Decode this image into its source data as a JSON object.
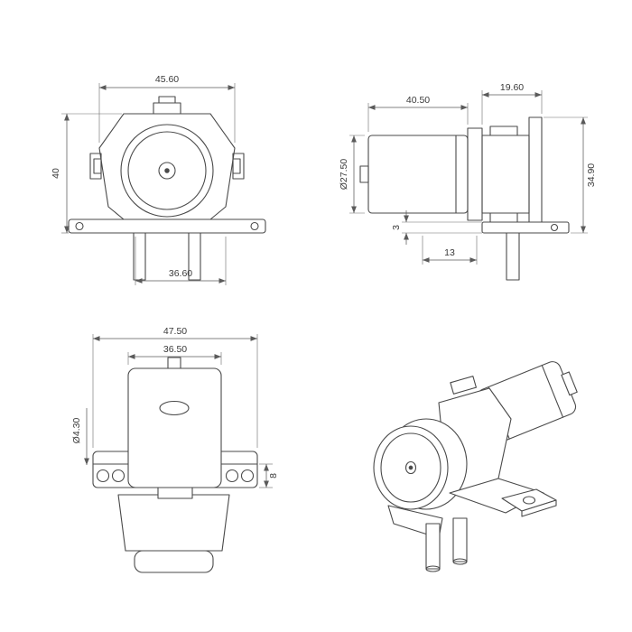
{
  "drawing": {
    "front_view": {
      "dim_overall_width": "45.60",
      "dim_overall_height": "40",
      "dim_bottom_width": "36.60"
    },
    "side_view": {
      "dim_motor_length": "40.50",
      "dim_head_length": "19.60",
      "dim_motor_diameter": "Ø27.50",
      "dim_overall_height": "34.90",
      "dim_base_step": "3",
      "dim_tube_offset": "13"
    },
    "rear_view": {
      "dim_overall_width": "47.50",
      "dim_body_width": "36.50",
      "dim_hole_diameter": "Ø4.30",
      "dim_plate_thickness": "8"
    }
  }
}
